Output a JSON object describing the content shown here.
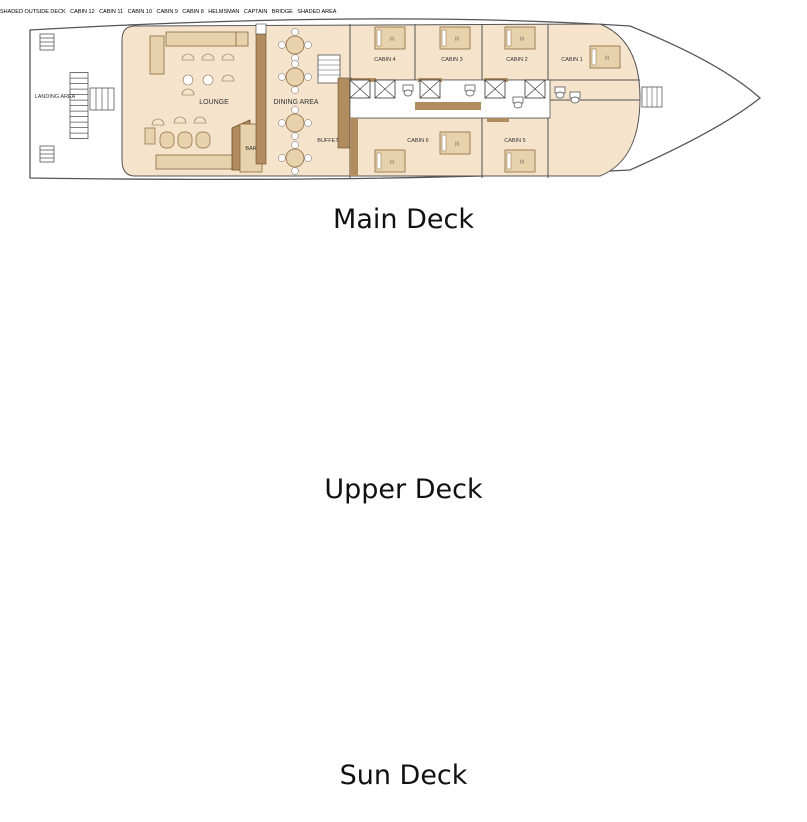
{
  "colors": {
    "hull_stroke": "#555555",
    "room_fill": "#f5e3cc",
    "furniture_fill": "#e8d2ac",
    "wood": "#b08c5e",
    "shade": "#e4e4e4",
    "lounger": "#29b6e8",
    "bridge": "#f2d9bc"
  },
  "main_deck": {
    "title": "Main Deck",
    "labels": {
      "landing_area": "LANDING AREA",
      "lounge": "LOUNGE",
      "dining_area": "DINING AREA",
      "bar": "BAR",
      "buffet": "BUFFET",
      "cabin_4": "CABIN 4",
      "cabin_3": "CABIN 3",
      "cabin_2": "CABIN 2",
      "cabin_1": "CABIN 1",
      "cabin_6": "CABIN 6",
      "cabin_5": "CABIN 5"
    }
  },
  "upper_deck": {
    "title": "Upper Deck",
    "labels": {
      "shaded_outside_deck": "SHADED OUTSIDE DECK",
      "cabin_12": "CABIN 12",
      "cabin_11": "CABIN 11",
      "cabin_10": "CABIN 10",
      "cabin_9": "CABIN 9",
      "cabin_8": "CABIN 8",
      "helmsman": "HELMSMAN",
      "bridge": "BRIDGE",
      "captain": "CAPTAIN"
    }
  },
  "sun_deck": {
    "title": "Sun Deck",
    "labels": {
      "shaded_area": "SHADED AREA"
    }
  }
}
